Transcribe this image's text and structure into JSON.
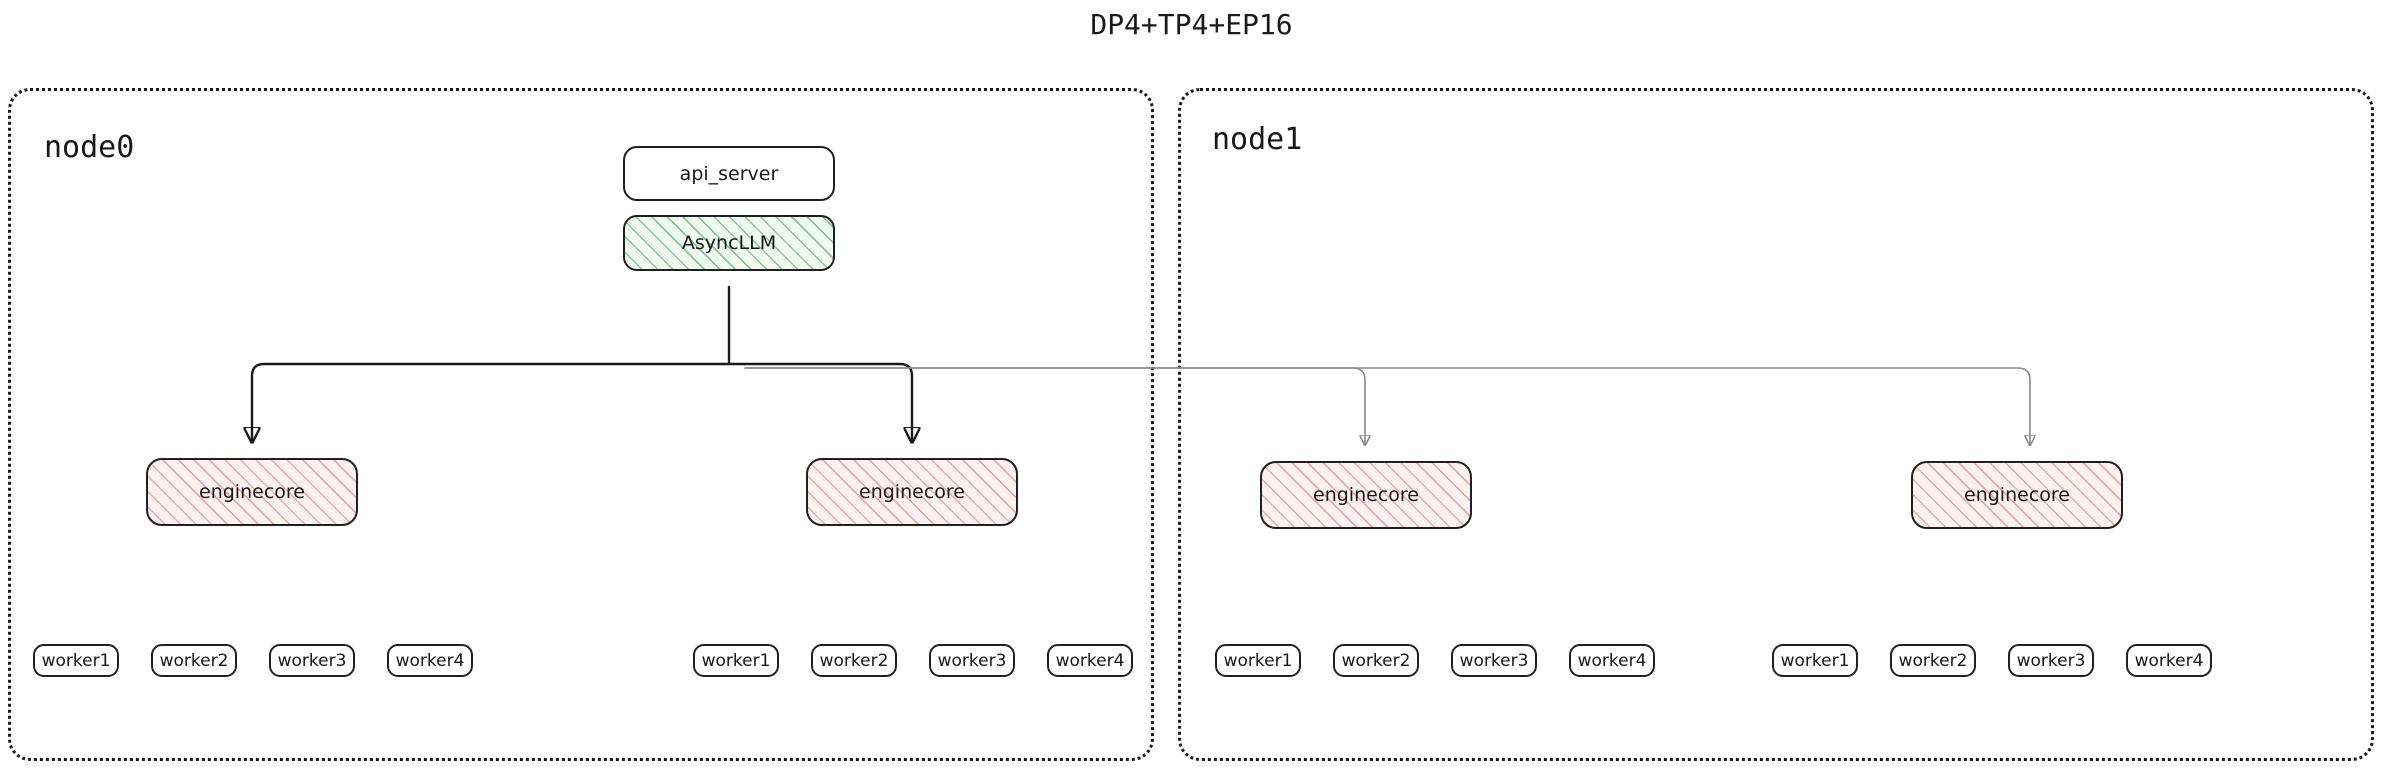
{
  "title": "DP4+TP4+EP16",
  "colors": {
    "node_border": "#1a1a1a",
    "card_border": "#1f2023",
    "asyncllm_hatch": "#2ea043",
    "asyncllm_fill": "#f1faf2",
    "enginecore_hatch": "#e06c6c",
    "enginecore_fill": "#fdf2f2",
    "edge_dark": "#1a1a1a",
    "edge_light": "#8a8a8a",
    "background": "#ffffff"
  },
  "nodes": [
    {
      "id": "node0",
      "label": "node0",
      "cards": [
        {
          "id": "api_server",
          "label": "api_server",
          "style": "plain"
        },
        {
          "id": "asyncllm",
          "label": "AsyncLLM",
          "style": "hatched-green"
        }
      ],
      "enginecores": [
        {
          "id": "node0-enginecore-0",
          "label": "enginecore",
          "workers": [
            "worker1",
            "worker2",
            "worker3",
            "worker4"
          ]
        },
        {
          "id": "node0-enginecore-1",
          "label": "enginecore",
          "workers": [
            "worker1",
            "worker2",
            "worker3",
            "worker4"
          ]
        }
      ]
    },
    {
      "id": "node1",
      "label": "node1",
      "cards": [],
      "enginecores": [
        {
          "id": "node1-enginecore-0",
          "label": "enginecore",
          "workers": [
            "worker1",
            "worker2",
            "worker3",
            "worker4"
          ]
        },
        {
          "id": "node1-enginecore-1",
          "label": "enginecore",
          "workers": [
            "worker1",
            "worker2",
            "worker3",
            "worker4"
          ]
        }
      ]
    }
  ],
  "edges": {
    "source": "AsyncLLM",
    "targets": [
      "enginecore",
      "enginecore",
      "enginecore",
      "enginecore"
    ],
    "count": 4
  }
}
